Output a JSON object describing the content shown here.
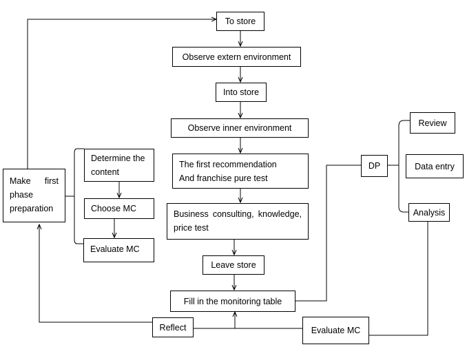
{
  "nodes": {
    "to_store": "To store",
    "observe_extern": "Observe extern environment",
    "into_store": "Into store",
    "observe_inner": "Observe inner environment",
    "first_recommendation": [
      "The first recommendation",
      "And franchise pure test"
    ],
    "business_consulting": [
      "Business consulting, knowledge,",
      "price test"
    ],
    "leave_store": "Leave store",
    "fill_table": "Fill in the monitoring table",
    "reflect": "Reflect",
    "evaluate_mc_bottom": "Evaluate MC",
    "make_first_phase": [
      "Make first",
      "phase",
      "preparation"
    ],
    "determine_content": [
      "Determine the",
      "content"
    ],
    "choose_mc": "Choose MC",
    "evaluate_mc_left": "Evaluate MC",
    "dp": "DP",
    "review": "Review",
    "data_entry": "Data entry",
    "analysis": "Analysis"
  }
}
